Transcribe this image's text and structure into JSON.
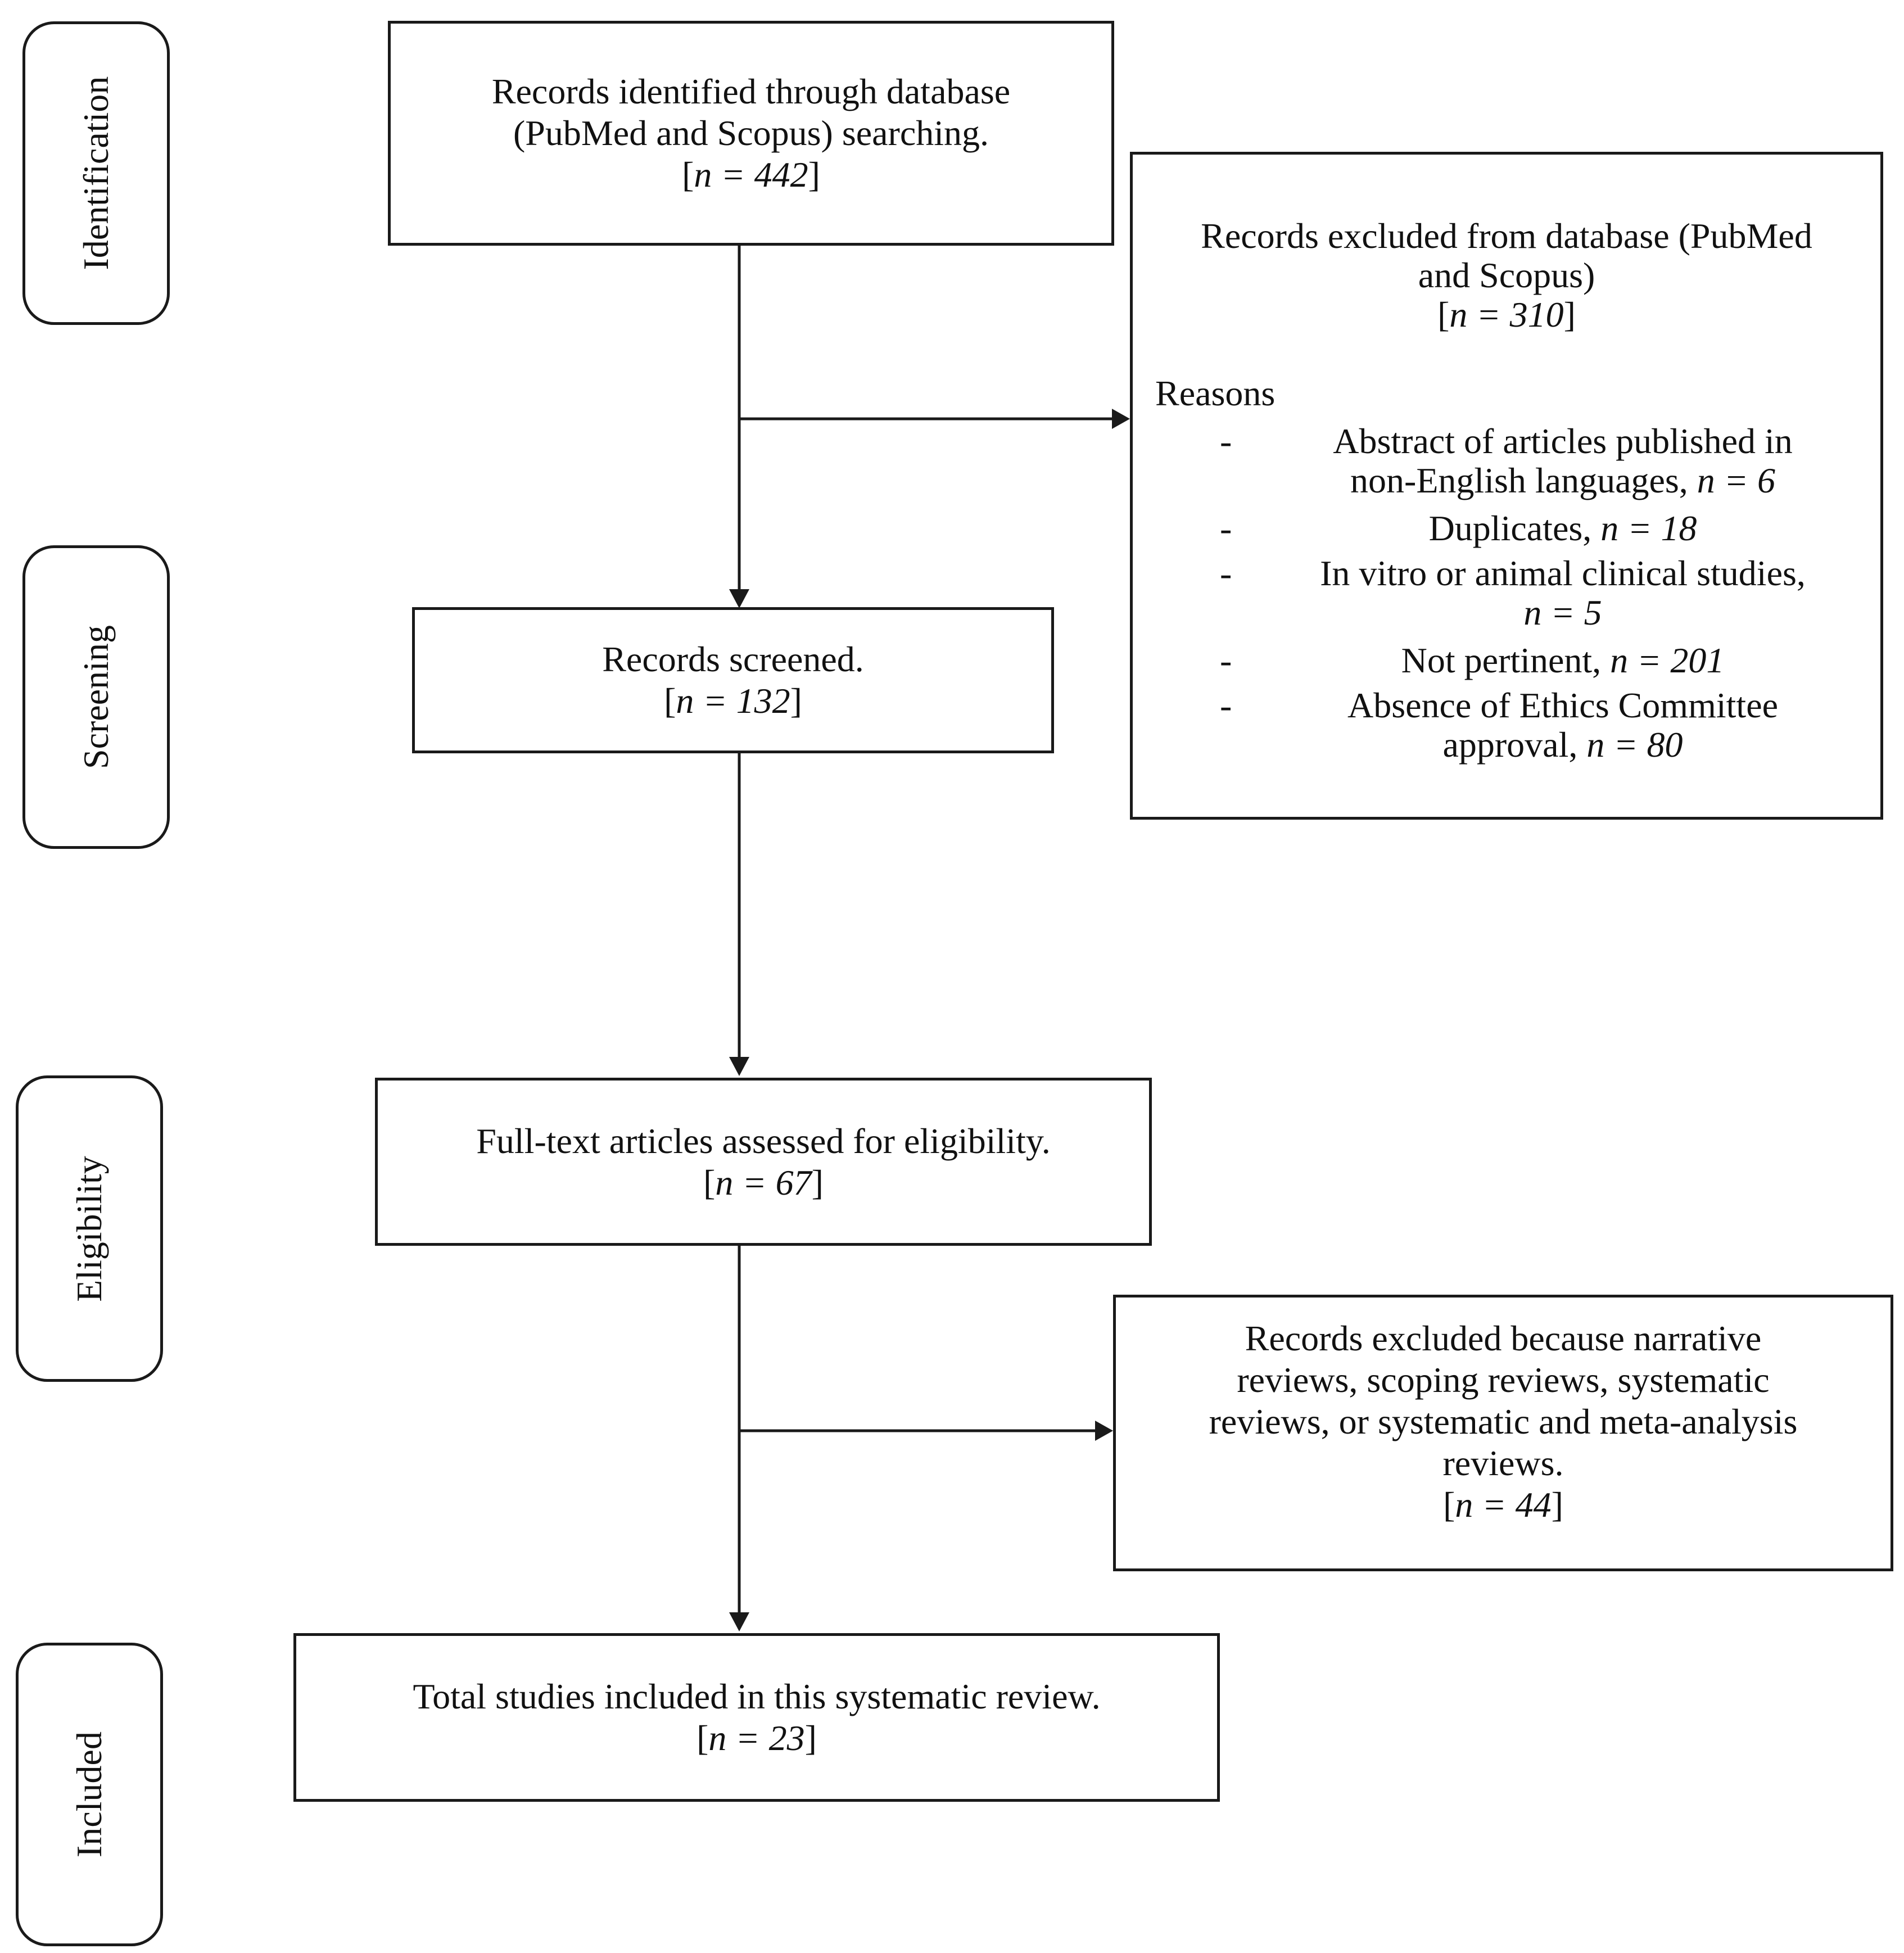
{
  "stages": {
    "identification": "Identification",
    "screening": "Screening",
    "eligibility": "Eligibility",
    "included": "Included"
  },
  "identified": {
    "line1": "Records identified through database",
    "line2": "(PubMed and Scopus) searching.",
    "n_label": "n = 442"
  },
  "excluded_database": {
    "line1": "Records excluded from database (PubMed",
    "line2": "and Scopus)",
    "n_label": "n = 310",
    "reasons_title": "Reasons",
    "reasons": [
      {
        "text1": "Abstract of articles published in",
        "text2": "non-English languages, ",
        "n_label": "n = 6"
      },
      {
        "text1": "Duplicates, ",
        "text2": "",
        "n_label": "n = 18"
      },
      {
        "text1": "In vitro or animal clinical studies,",
        "text2": "",
        "n_label": "n = 5"
      },
      {
        "text1": "Not pertinent, ",
        "text2": "",
        "n_label": "n = 201"
      },
      {
        "text1": "Absence of Ethics Committee",
        "text2": "approval, ",
        "n_label": "n = 80"
      }
    ]
  },
  "screened": {
    "line1": "Records screened.",
    "n_label": "n = 132"
  },
  "full_text": {
    "line1": "Full-text articles assessed for eligibility.",
    "n_label": "n = 67"
  },
  "excluded_reviews": {
    "line1": "Records excluded because narrative",
    "line2": "reviews, scoping reviews, systematic",
    "line3": "reviews, or systematic and meta-analysis",
    "line4": "reviews.",
    "n_label": "n = 44"
  },
  "included_box": {
    "line1": "Total studies included in this systematic review.",
    "n_label": "n = 23"
  },
  "bracket_open": "[",
  "bracket_close": "]"
}
